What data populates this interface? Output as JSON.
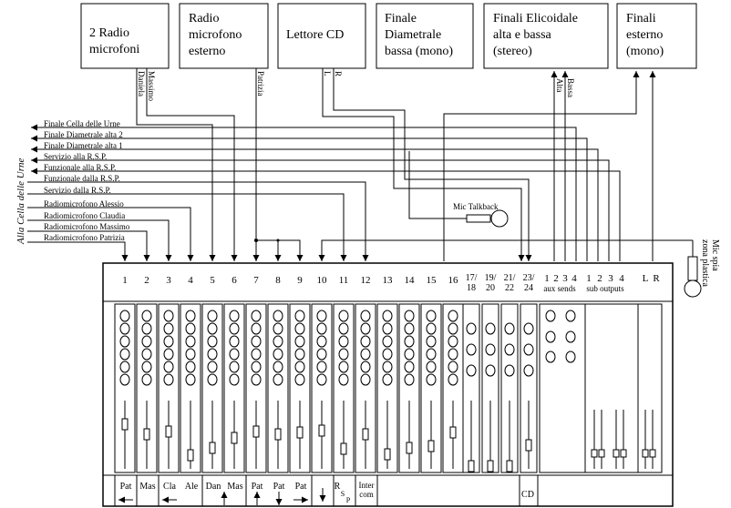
{
  "devices": [
    {
      "id": "radio2",
      "lines": [
        "2 Radio",
        "microfoni"
      ]
    },
    {
      "id": "radioext",
      "lines": [
        "Radio",
        "microfono",
        "esterno"
      ]
    },
    {
      "id": "cd",
      "lines": [
        "Lettore CD"
      ]
    },
    {
      "id": "diam",
      "lines": [
        "Finale",
        "Diametrale",
        "bassa (mono)"
      ]
    },
    {
      "id": "elic",
      "lines": [
        "Finali Elicoidale",
        "alta e bassa",
        "(stereo)"
      ]
    },
    {
      "id": "ext",
      "lines": [
        "Finali",
        "esterno",
        "(mono)"
      ]
    }
  ],
  "device_line_labels": {
    "massimo": "Massimo",
    "daniela": "Daniela",
    "patrizia": "Patrizia",
    "cd_left": "L",
    "cd_right": "R",
    "alta": "Alta",
    "bassa": "Bassa"
  },
  "left_lines": [
    "Finale Cella delle Urne",
    "Finale Diametrale alta 2",
    "Finale Diametrale alta 1",
    "Servizio alla R.S.P.",
    "Funzionale alla R.S.P.",
    "Funzionale dalla R.S.P.",
    "Servizio dalla R.S.P.",
    "Radiomicrofono Alessio",
    "Radiomicrofono Claudia",
    "Radiomicrofono Massimo",
    "Radiomicrofono Patrizia"
  ],
  "alla_cella": "Alla Cella delle Urne",
  "talkback": "Mic Talkback",
  "mic_spia": [
    "Mic spia",
    "zona plastica"
  ],
  "mixer": {
    "channels": [
      "1",
      "2",
      "3",
      "4",
      "5",
      "6",
      "7",
      "8",
      "9",
      "10",
      "11",
      "12",
      "13",
      "14",
      "15",
      "16"
    ],
    "stereo_channels": [
      [
        "17/",
        "18"
      ],
      [
        "19/",
        "20"
      ],
      [
        "21/",
        "22"
      ],
      [
        "23/",
        "24"
      ]
    ],
    "aux_numbers": [
      "1",
      "2",
      "3",
      "4"
    ],
    "aux_label": "aux sends",
    "sub_numbers": [
      "1",
      "2",
      "3",
      "4"
    ],
    "sub_label": "sub outputs",
    "main_l": "L",
    "main_r": "R",
    "strip_labels": {
      "s1": "Pat",
      "s2": "Mas",
      "s3": "Cla",
      "s4": "Ale",
      "s5": "Dan",
      "s6": "Mas",
      "s7": "Pat",
      "s8": "Pat",
      "s9": "Pat",
      "s11a": "R",
      "s11b": "S",
      "s11c": "P",
      "s11d": ".",
      "s12a": "Inter",
      "s12b": "com",
      "cd": "CD"
    }
  }
}
